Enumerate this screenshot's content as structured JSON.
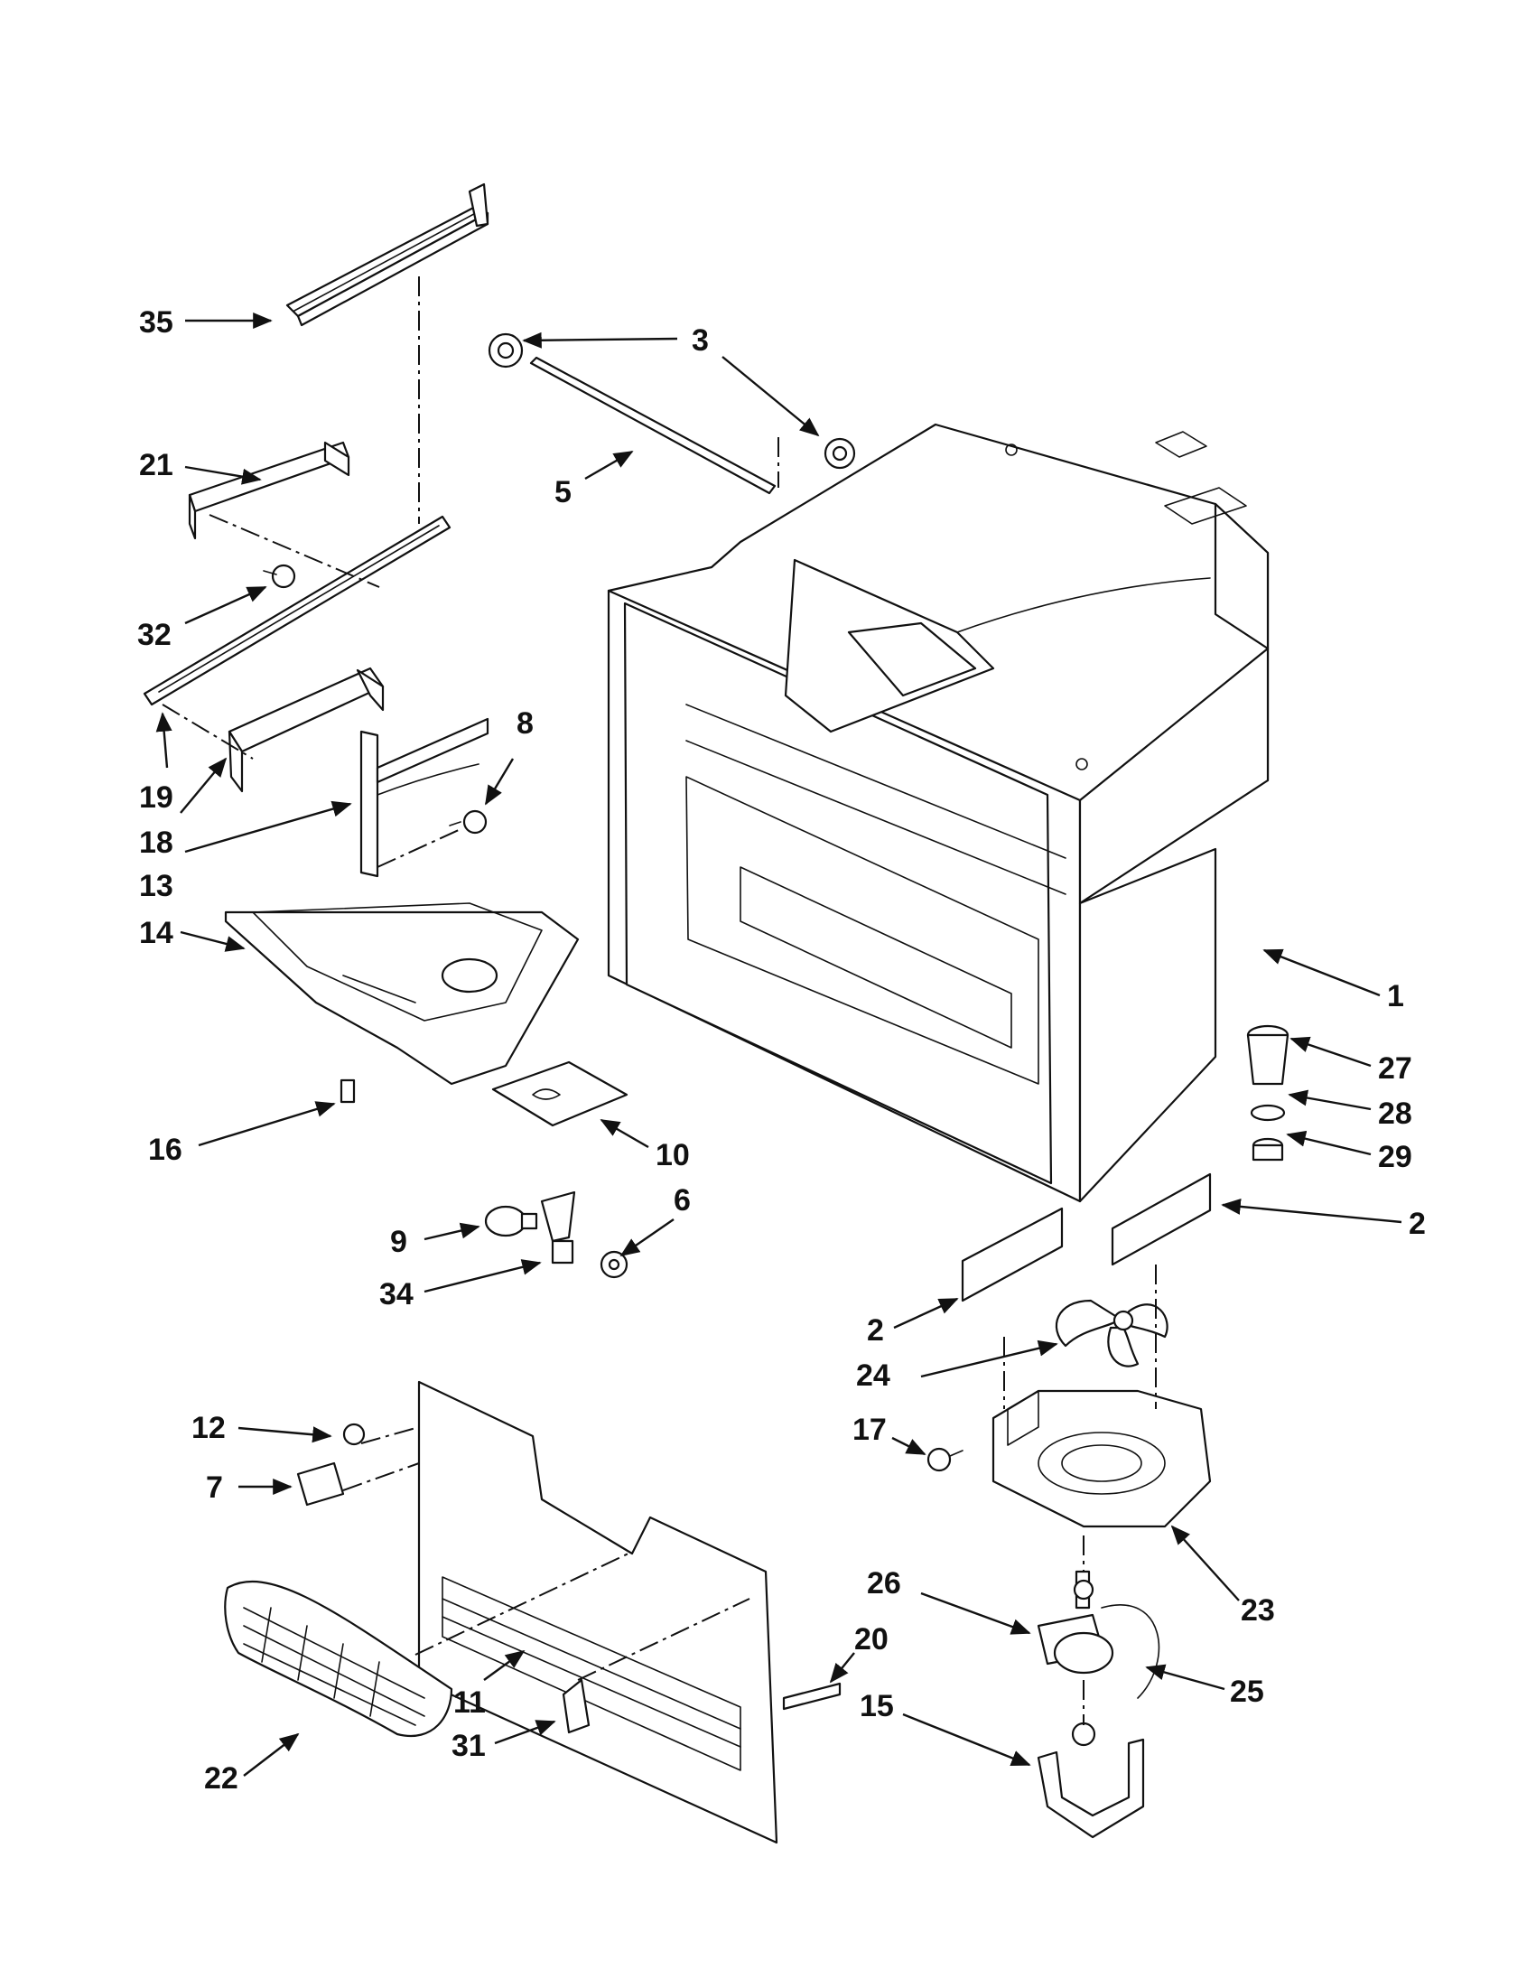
{
  "callouts": {
    "c35": "35",
    "c3": "3",
    "c21": "21",
    "c5": "5",
    "c32": "32",
    "c19": "19",
    "c18": "18",
    "c13": "13",
    "c8": "8",
    "c14": "14",
    "c1": "1",
    "c27": "27",
    "c28": "28",
    "c29": "29",
    "c16": "16",
    "c10": "10",
    "c6": "6",
    "c9": "9",
    "c34": "34",
    "c2a": "2",
    "c2b": "2",
    "c24": "24",
    "c12": "12",
    "c17": "17",
    "c7": "7",
    "c23": "23",
    "c26": "26",
    "c20": "20",
    "c25": "25",
    "c15": "15",
    "c11": "11",
    "c31": "31",
    "c22": "22"
  }
}
